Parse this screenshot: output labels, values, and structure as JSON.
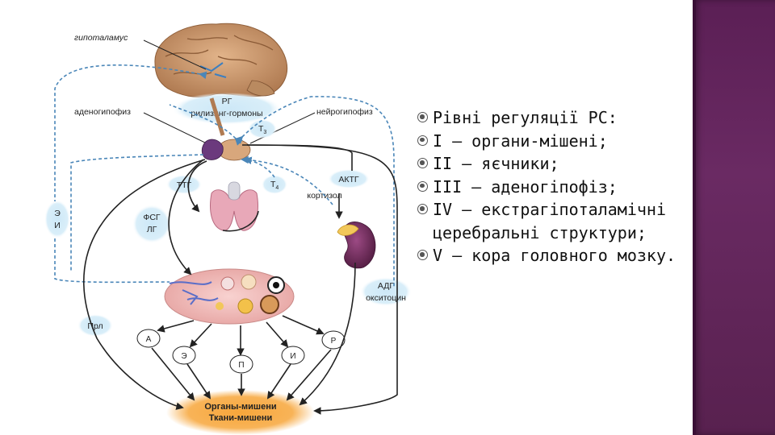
{
  "diagram": {
    "labels": {
      "hypothalamus": "гипоталамус",
      "rg": "РГ",
      "rg_hormones": "рилизинг-гормоны",
      "adenohypophysis": "аденогипофиз",
      "neurohypophysis": "нейрогипофиз",
      "t3": "Т",
      "t3_sub": "3",
      "t4": "Т",
      "t4_sub": "4",
      "ttg": "ТТГ",
      "actg": "АКТГ",
      "cortisol": "кортизол",
      "e": "Э",
      "i_side": "И",
      "fsg": "ФСГ",
      "lg": "ЛГ",
      "adg": "АДГ",
      "oxytocin": "окситоцин",
      "prl": "Прл",
      "a": "А",
      "e_circle": "Э",
      "p_circle": "П",
      "i_circle": "И",
      "r_circle": "Р",
      "target_organs": "Органы-мишени",
      "target_tissues": "Ткани-мишени"
    },
    "colors": {
      "label_bg": "#cde8f7",
      "dashed_arrow": "#4a86b8",
      "solid_arrow": "#222222",
      "target_glow": "#f7a63a",
      "brain": "#c99063",
      "pituitary_purple": "#6b3a7d",
      "adrenal": "#6e2f5e",
      "thyroid": "#e8a8b8"
    }
  },
  "bullets": [
    "Рівні регуляції РС:",
    "I – органи-мішені;",
    "II – яєчники;",
    "III – аденогіпофіз;",
    "IV – екстрагіпоталамічні церебральні структури;",
    "V – кора головного мозку."
  ]
}
